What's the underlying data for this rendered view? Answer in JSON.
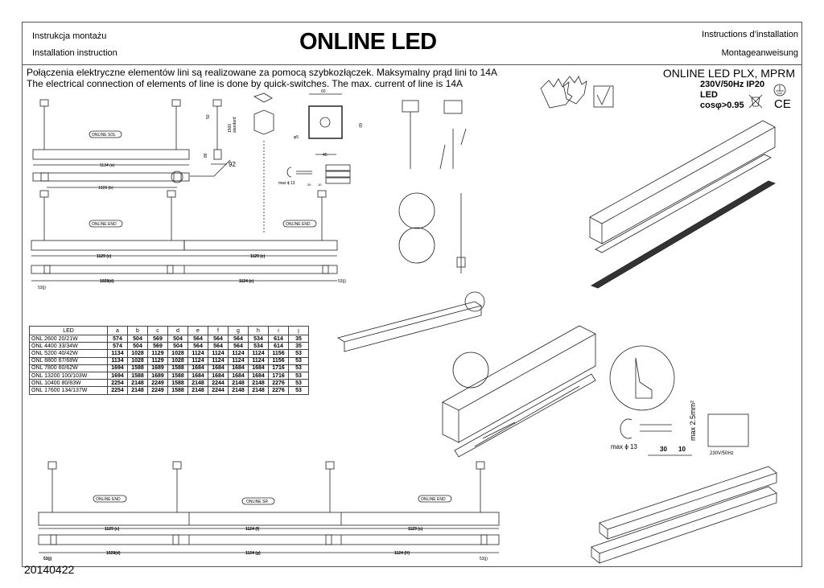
{
  "header": {
    "title": "ONLINE LED",
    "left_top": "Instrukcja montażu",
    "left_bottom": "Installation instruction",
    "right_top": "Instructions d’installation",
    "right_bottom": "Montageanweisung"
  },
  "intro": {
    "pl": "Połączenia elektryczne elementów lini są realizowane za pomocą szybkozłączek. Maksymalny prąd lini to 14A",
    "en": "The electrical connection of elements of line is done by quick-switches. The max. current of line is 14A"
  },
  "product": {
    "name": "ONLINE LED PLX, MPRM",
    "spec1": "230V/50Hz IP20",
    "spec2": "LED",
    "spec3": "cosφ>0.95"
  },
  "drawings": {
    "online_sol": "ONLINE SOL",
    "online_end": "ONLINE END",
    "online_sr": "ONLINE SR",
    "dim_a": "1134  (a)",
    "dim_b": "1028 (b)",
    "dim_c": "1129    (c)",
    "dim_d": "1028(d)",
    "dim_e": "1124  (e)",
    "dim_f": "1124    (f)",
    "dim_g": "1124    (g)",
    "dim_h": "1124    (H)",
    "dim_j": "53(j)",
    "dim_50": "50",
    "dim_1500": "1500",
    "standard": "standard",
    "dim_86": "86",
    "dim_92": "92",
    "dim_60": "60",
    "dim_45": "45",
    "phi5": "φ5",
    "max13": "max ϕ 13",
    "dim_30": "30",
    "dim_10": "10",
    "max25": "max 2.5mm²",
    "voltage": "230V/50Hz"
  },
  "table": {
    "headers": [
      "LED",
      "a",
      "b",
      "c",
      "d",
      "e",
      "f",
      "g",
      "h",
      "i",
      "j"
    ],
    "rows": [
      [
        "ONL 2600 20/21W",
        "574",
        "504",
        "569",
        "504",
        "564",
        "564",
        "564",
        "534",
        "614",
        "35"
      ],
      [
        "ONL 4400 33/34W",
        "574",
        "504",
        "569",
        "504",
        "564",
        "564",
        "564",
        "534",
        "614",
        "35"
      ],
      [
        "ONL 5200 40/42W",
        "1134",
        "1028",
        "1129",
        "1028",
        "1124",
        "1124",
        "1124",
        "1124",
        "1156",
        "53"
      ],
      [
        "ONL 8800 67/68W",
        "1134",
        "1028",
        "1129",
        "1028",
        "1124",
        "1124",
        "1124",
        "1124",
        "1156",
        "53"
      ],
      [
        "ONL 7800 60/62W",
        "1694",
        "1588",
        "1689",
        "1588",
        "1684",
        "1684",
        "1684",
        "1684",
        "1716",
        "53"
      ],
      [
        "ONL 13200 100/103W",
        "1694",
        "1588",
        "1689",
        "1588",
        "1684",
        "1684",
        "1684",
        "1684",
        "1716",
        "53"
      ],
      [
        "ONL 10400 80/83W",
        "2254",
        "2148",
        "2249",
        "1588",
        "2148",
        "2244",
        "2148",
        "2148",
        "2276",
        "53"
      ],
      [
        "ONL 17600 134/137W",
        "2254",
        "2148",
        "2249",
        "1588",
        "2148",
        "2244",
        "2148",
        "2148",
        "2276",
        "53"
      ]
    ]
  },
  "footer": {
    "date": "20140422"
  }
}
